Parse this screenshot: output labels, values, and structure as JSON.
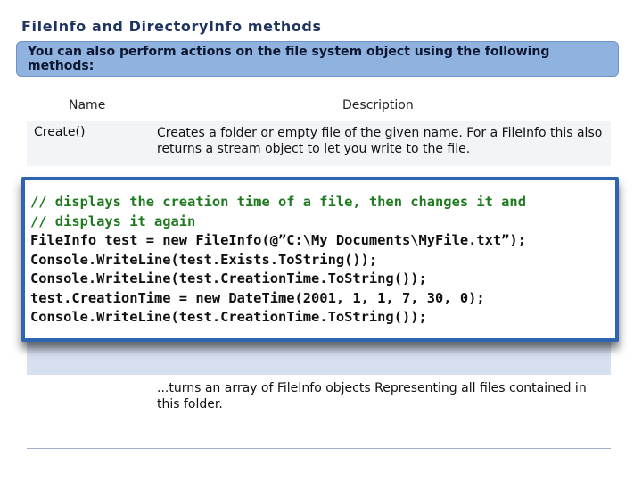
{
  "title": "FileInfo and DirectoryInfo methods",
  "banner": "You can also perform actions on the file system object using the following methods:",
  "table": {
    "headers": {
      "name": "Name",
      "description": "Description"
    },
    "rows": [
      {
        "name": "Create()",
        "description": "Creates a folder or empty file of the given name. For a FileInfo this also returns a stream object to let you  write to the file."
      },
      {
        "name": "",
        "description": ""
      },
      {
        "name": "",
        "description": "...turns an array of FileInfo objects Representing all files contained in this folder."
      }
    ]
  },
  "code": {
    "comments": [
      "// displays the creation time of a file, then changes it and",
      "// displays it again"
    ],
    "lines": [
      "FileInfo test = new FileInfo(@”C:\\My Documents\\MyFile.txt”);",
      "Console.WriteLine(test.Exists.ToString());",
      "Console.WriteLine(test.CreationTime.ToString());",
      "test.CreationTime = new DateTime(2001, 1, 1, 7, 30, 0);",
      "Console.WriteLine(test.CreationTime.ToString());"
    ]
  },
  "colors": {
    "title": "#1f3560",
    "banner_bg": "#8fb2de",
    "code_border": "#2f64b0",
    "comment": "#1f7a1f"
  }
}
